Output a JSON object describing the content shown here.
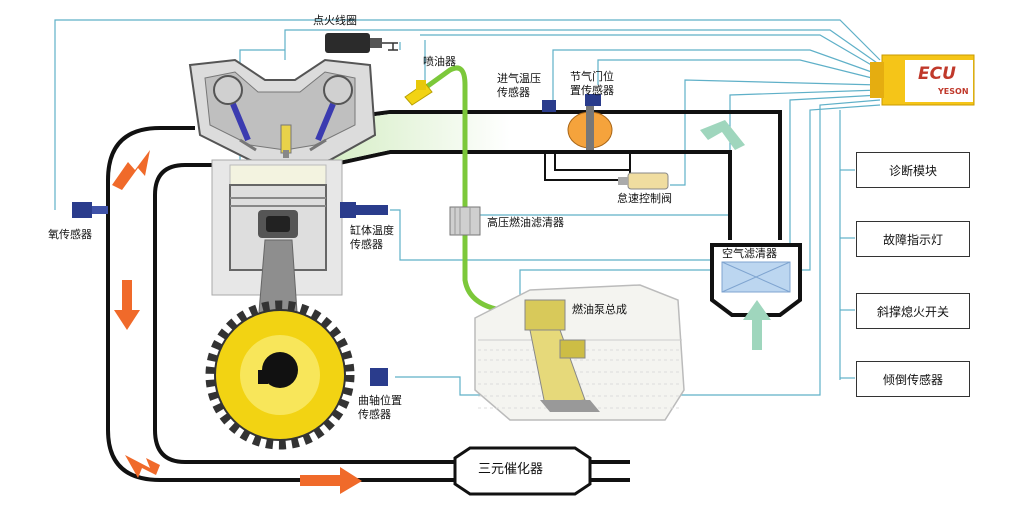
{
  "labels": {
    "ignition_coil": "点火线圈",
    "injector": "喷油器",
    "intake_temp_sensor": [
      "进气温压",
      "传感器"
    ],
    "throttle_sensor": [
      "节气门位",
      "置传感器"
    ],
    "idle_valve": "怠速控制阀",
    "high_pressure_filter": "高压燃油滤清器",
    "oxygen_sensor": "氧传感器",
    "cylinder_temp_sensor": [
      "缸体温度",
      "传感器"
    ],
    "air_filter": "空气滤清器",
    "fuel_pump": "燃油泵总成",
    "crank_sensor": [
      "曲轴位置",
      "传感器"
    ],
    "catalytic_converter": "三元催化器"
  },
  "ecu": {
    "title": "ECU",
    "brand": "YESON"
  },
  "side_boxes": [
    "诊断模块",
    "故障指示灯",
    "斜撑熄火开关",
    "倾倒传感器"
  ],
  "colors": {
    "wire": "#5fb0c8",
    "pipe": "#111111",
    "fuel_line": "#7cc83a",
    "sensor": "#2a3c8c",
    "flywheel": "#f2d313",
    "flow_arrow_exhaust": "#f06a2a",
    "flow_arrow_intake": "#9fd6bd",
    "ecu_body": "#f5c518"
  }
}
